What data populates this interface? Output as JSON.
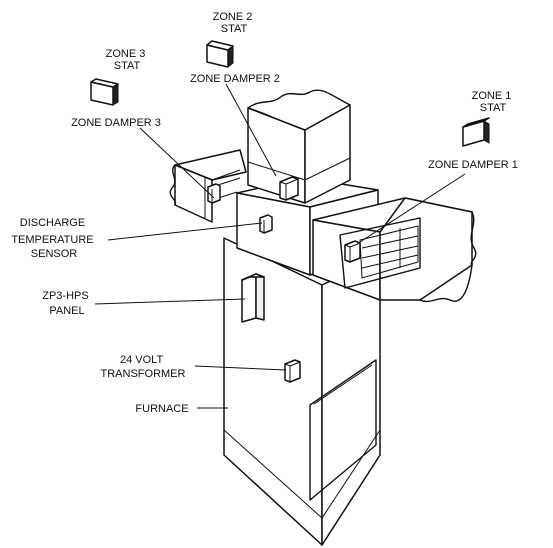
{
  "labels": {
    "zone2_stat": [
      "ZONE 2",
      "STAT"
    ],
    "zone3_stat": [
      "ZONE 3",
      "STAT"
    ],
    "zone1_stat": [
      "ZONE 1",
      "STAT"
    ],
    "zone_damper_2": "ZONE DAMPER 2",
    "zone_damper_3": "ZONE DAMPER 3",
    "zone_damper_1": "ZONE DAMPER 1",
    "discharge_sensor": [
      "DISCHARGE",
      "TEMPERATURE",
      "SENSOR"
    ],
    "panel": [
      "ZP3-HPS",
      "PANEL"
    ],
    "transformer": [
      "24 VOLT",
      "TRANSFORMER"
    ],
    "furnace": "FURNACE"
  },
  "colors": {
    "line": "#111111",
    "background": "#ffffff"
  }
}
